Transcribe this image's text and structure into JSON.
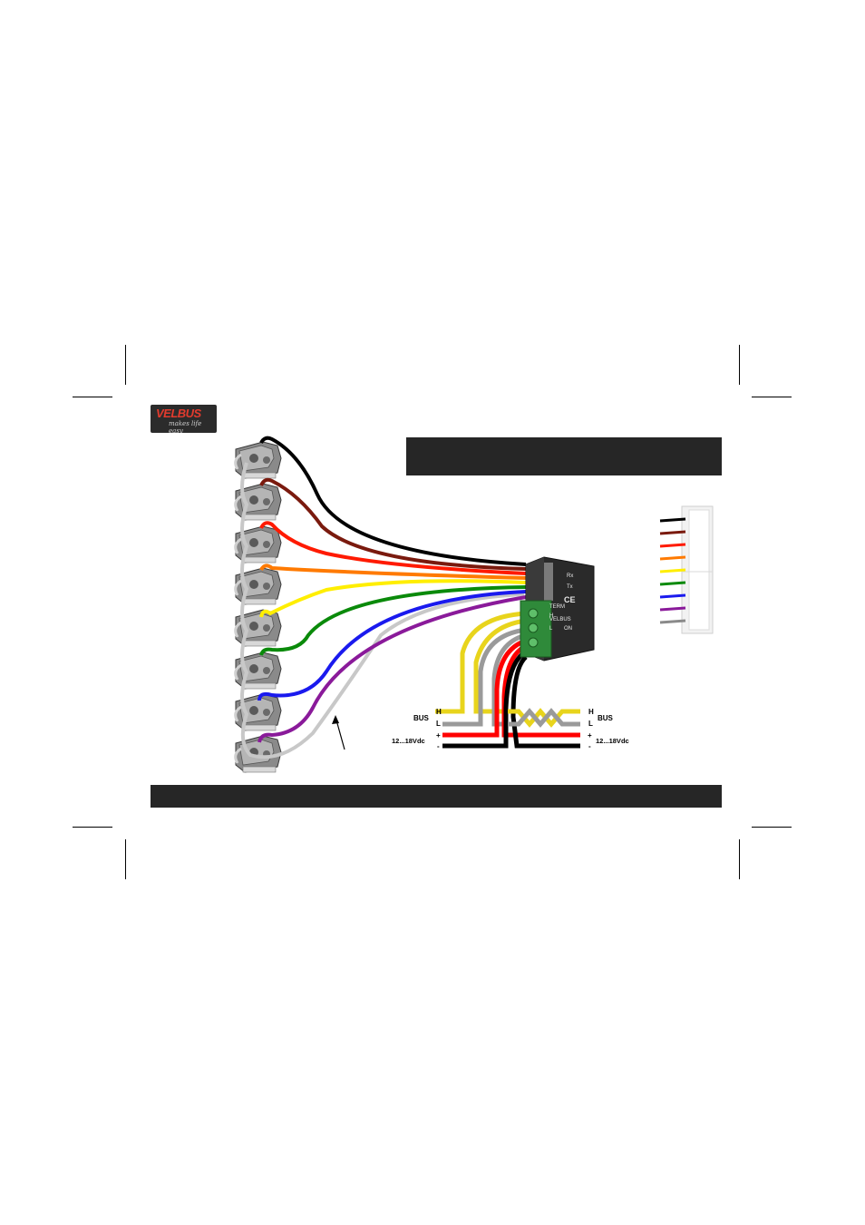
{
  "logo": {
    "brand": "VELBUS",
    "tagline": "makes life easy"
  },
  "bus_left": {
    "label": "BUS",
    "high": "H",
    "low": "L"
  },
  "bus_right": {
    "label": "BUS",
    "high": "H",
    "low": "L"
  },
  "power_left": {
    "label": "12...18Vdc",
    "plus": "+",
    "minus": "-"
  },
  "power_right": {
    "label": "12...18Vdc",
    "plus": "+",
    "minus": "-"
  },
  "module": {
    "rx": "Rx",
    "tx": "Tx",
    "ce": "CE",
    "term": "TERM",
    "brand": "VELBUS",
    "h": "H",
    "l": "L",
    "on": "ON"
  },
  "colors": {
    "wires": [
      "#000000",
      "#7a1a0e",
      "#ff1a00",
      "#ff7a00",
      "#ffee00",
      "#0a8a0a",
      "#1a1aee",
      "#8a1a9a",
      "#c8c8c8"
    ],
    "bus_h": "#e8d41c",
    "bus_l": "#9a9a9a",
    "power_plus": "#ff0000",
    "power_minus": "#000000",
    "module": "#2a2a2a",
    "terminal": "#2f8a3a"
  }
}
